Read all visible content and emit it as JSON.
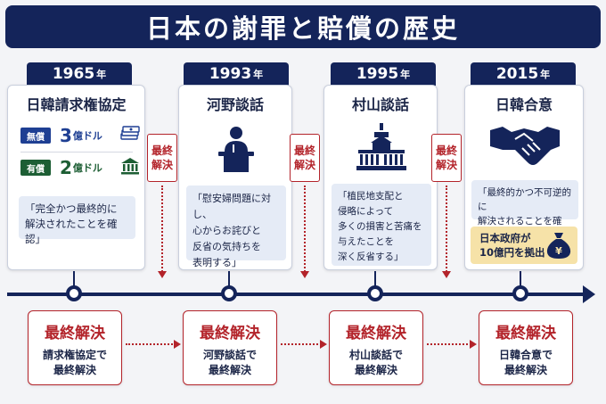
{
  "title": "日本の謝罪と賠償の歴史",
  "nen_suffix": "年",
  "events": [
    {
      "year": "1965",
      "name": "日韓請求権協定",
      "payments": [
        {
          "badge": "無償",
          "amount": "3",
          "unit": "億ドル",
          "icon": "money-stack-icon",
          "color": "#1e3f93"
        },
        {
          "badge": "有償",
          "amount": "2",
          "unit": "億ドル",
          "icon": "bank-icon",
          "color": "#1d5e34"
        }
      ],
      "quote_lines": [
        "「完全かつ最終的に",
        "解決されたことを確認」"
      ],
      "icon": "",
      "bottom_title": "最終解決",
      "bottom_lines": [
        "請求権協定で",
        "最終解決"
      ]
    },
    {
      "year": "1993",
      "name": "河野談話",
      "icon": "speaker-podium-icon",
      "quote_lines": [
        "「慰安婦問題に対し、",
        "心からお詫びと",
        "反省の気持ちを",
        "表明する」"
      ],
      "bottom_title": "最終解決",
      "bottom_lines": [
        "河野談話で",
        "最終解決"
      ]
    },
    {
      "year": "1995",
      "name": "村山談話",
      "icon": "diet-building-icon",
      "quote_lines": [
        "「植民地支配と",
        "侵略によって",
        "多くの損害と苦痛を",
        "与えたことを",
        "深く反省する」"
      ],
      "bottom_title": "最終解決",
      "bottom_lines": [
        "村山談話で",
        "最終解決"
      ]
    },
    {
      "year": "2015",
      "name": "日韓合意",
      "icon": "handshake-icon",
      "quote_lines": [
        "「最終的かつ不可逆的に",
        "解決されることを確認」"
      ],
      "fund_lines": [
        "日本政府が",
        "10億円を拠出"
      ],
      "fund_icon": "yen-bag-icon",
      "bottom_title": "最終解決",
      "bottom_lines": [
        "日韓合意で",
        "最終解決"
      ]
    }
  ],
  "final_tag": [
    "最終",
    "解決"
  ],
  "colors": {
    "navy": "#14245a",
    "red": "#b3232a",
    "quote_bg": "#e5ebf6",
    "fund_bg": "#f6e2a8"
  }
}
